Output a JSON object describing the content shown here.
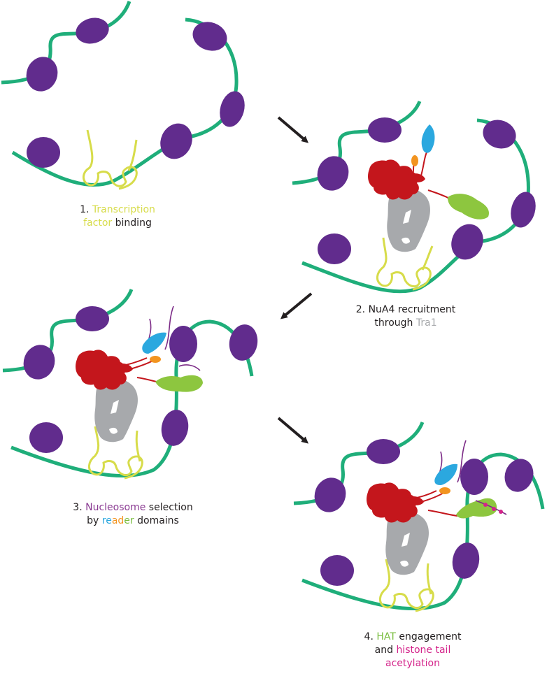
{
  "colors": {
    "dna": "#1fae7a",
    "nucleosome": "#612c8d",
    "transcription_factor": "#d7dc4a",
    "nua4_core": "#c4161c",
    "tra1": "#a7a9ac",
    "reader_blue": "#2ba8df",
    "reader_orange": "#f29420",
    "hat_green": "#8dc63f",
    "histone_tail": "#7b2a86",
    "acetyl_mark": "#d4238a",
    "arrow": "#231f20"
  },
  "steps": [
    {
      "number": "1.",
      "parts": [
        {
          "text": "Transcription",
          "color": "#d7dc4a"
        },
        {
          "text": "factor",
          "color": "#d7dc4a"
        },
        {
          "text": "binding",
          "color": "#231f20"
        }
      ]
    },
    {
      "number": "2.",
      "parts": [
        {
          "text": "NuA4 recruitment",
          "color": "#231f20"
        },
        {
          "text": "through",
          "color": "#231f20"
        },
        {
          "text": "Tra1",
          "color": "#a7a9ac"
        }
      ]
    },
    {
      "number": "3.",
      "parts": [
        {
          "text": "Nucleosome",
          "color": "#8a3a92"
        },
        {
          "text": "selection",
          "color": "#231f20"
        },
        {
          "text": "by",
          "color": "#231f20"
        },
        {
          "text": "re",
          "color": "#2ba8df"
        },
        {
          "text": "ad",
          "color": "#f29420"
        },
        {
          "text": "er",
          "color": "#79bd3f"
        },
        {
          "text": "domains",
          "color": "#231f20"
        }
      ]
    },
    {
      "number": "4.",
      "parts": [
        {
          "text": "HAT",
          "color": "#79bd3f"
        },
        {
          "text": "engagement",
          "color": "#231f20"
        },
        {
          "text": "and",
          "color": "#231f20"
        },
        {
          "text": "histone tail",
          "color": "#d4238a"
        },
        {
          "text": "acetylation",
          "color": "#d4238a"
        }
      ]
    }
  ]
}
